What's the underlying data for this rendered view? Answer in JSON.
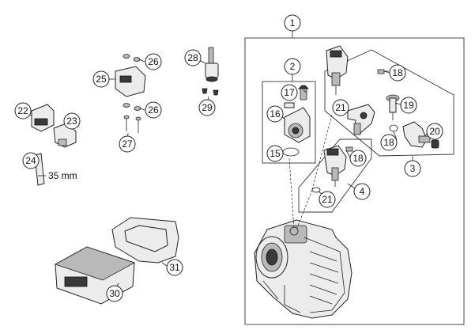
{
  "callouts": {
    "c1": "1",
    "c2": "2",
    "c3": "3",
    "c4": "4",
    "c15": "15",
    "c16": "16",
    "c17": "17",
    "c18a": "18",
    "c18b": "18",
    "c18c": "18",
    "c19": "19",
    "c20": "20",
    "c21a": "21",
    "c21b": "21",
    "c22": "22",
    "c23": "23",
    "c24": "24",
    "c25": "25",
    "c26a": "26",
    "c26b": "26",
    "c27": "27",
    "c28": "28",
    "c29": "29",
    "c30": "30",
    "c31": "31"
  },
  "dimension_label": "35 mm"
}
